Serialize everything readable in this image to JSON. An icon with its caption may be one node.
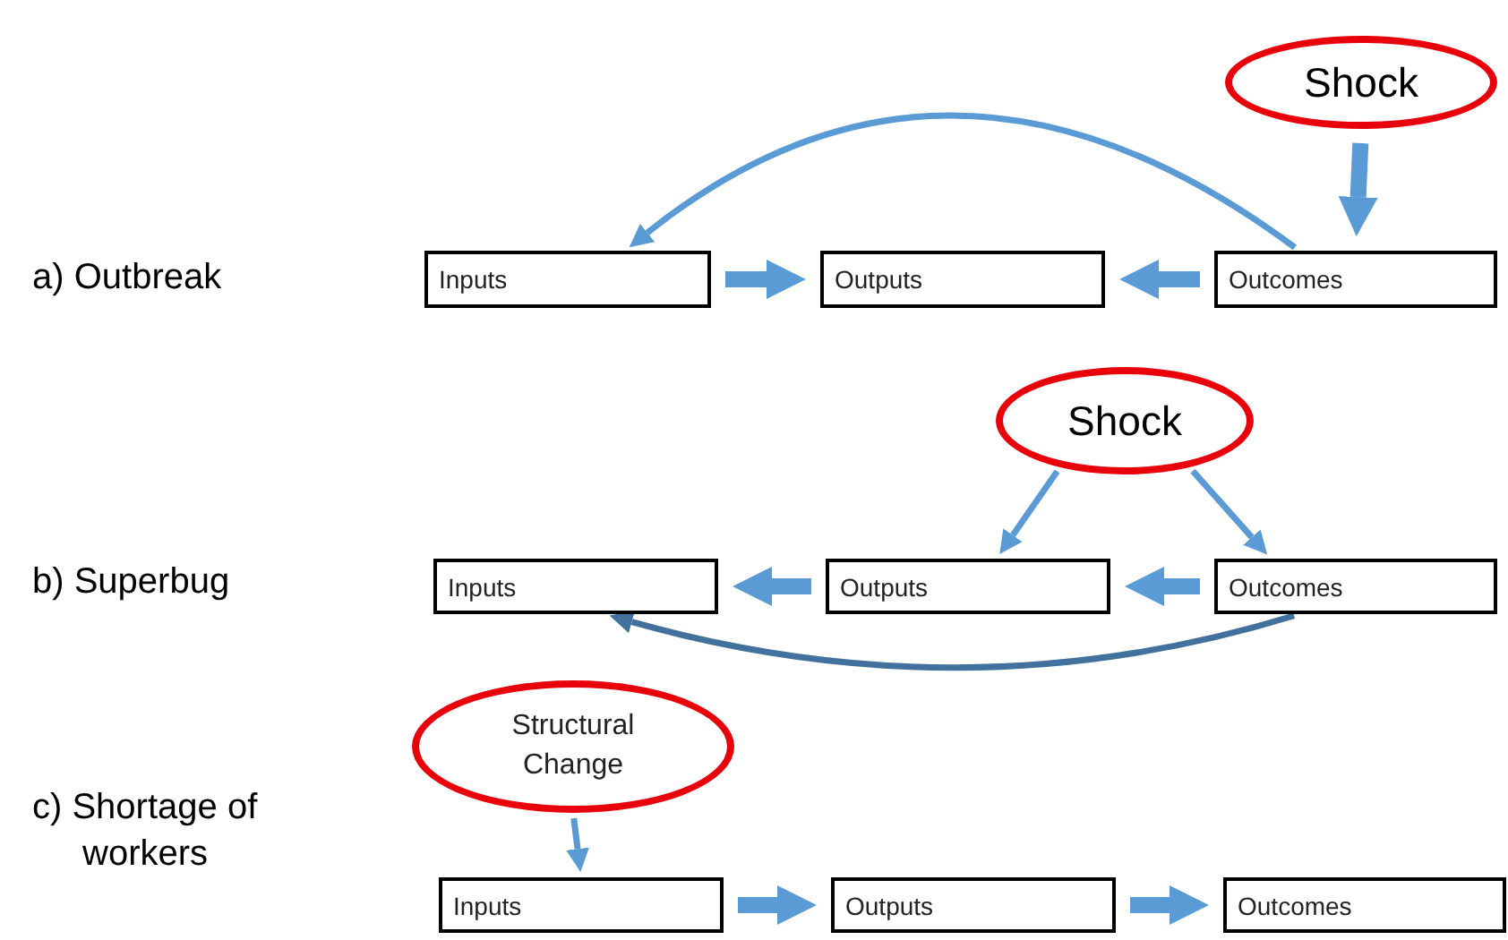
{
  "diagram": {
    "nodes": [
      {
        "text": [
          "Shock"
        ]
      },
      {
        "text": [
          "Inputs"
        ]
      },
      {
        "text": [
          "Outputs"
        ]
      },
      {
        "text": [
          "Outcomes"
        ]
      },
      {
        "text": [
          "Shock"
        ]
      },
      {
        "text": [
          "Inputs"
        ]
      },
      {
        "text": [
          "Outputs"
        ]
      },
      {
        "text": [
          "Outcomes"
        ]
      },
      {
        "text": [
          "Structural Change"
        ]
      },
      {
        "text": [
          "Inputs"
        ]
      },
      {
        "text": [
          "Outputs"
        ]
      },
      {
        "text": [
          "Outcomes"
        ]
      }
    ],
    "edges": [
      {
        "from": 0,
        "to": 3,
        "arrow": "to"
      },
      {
        "from": 3,
        "to": 1,
        "arrow": "to"
      },
      {
        "from": 1,
        "to": 2,
        "arrow": "to"
      },
      {
        "from": 3,
        "to": 2,
        "arrow": "to"
      },
      {
        "from": 4,
        "to": 6,
        "arrow": "to"
      },
      {
        "from": 4,
        "to": 7,
        "arrow": "to"
      },
      {
        "from": 6,
        "to": 5,
        "arrow": "to"
      },
      {
        "from": 7,
        "to": 6,
        "arrow": "to"
      },
      {
        "from": 7,
        "to": 5,
        "arrow": "to",
        "color": "#41719c"
      },
      {
        "from": 8,
        "to": 9,
        "arrow": "to"
      },
      {
        "from": 9,
        "to": 10,
        "arrow": "to"
      },
      {
        "from": 10,
        "to": 11,
        "arrow": "to"
      }
    ],
    "labels": [
      "a) Outbreak",
      "b) Superbug",
      "c) Shortage of workers"
    ]
  }
}
